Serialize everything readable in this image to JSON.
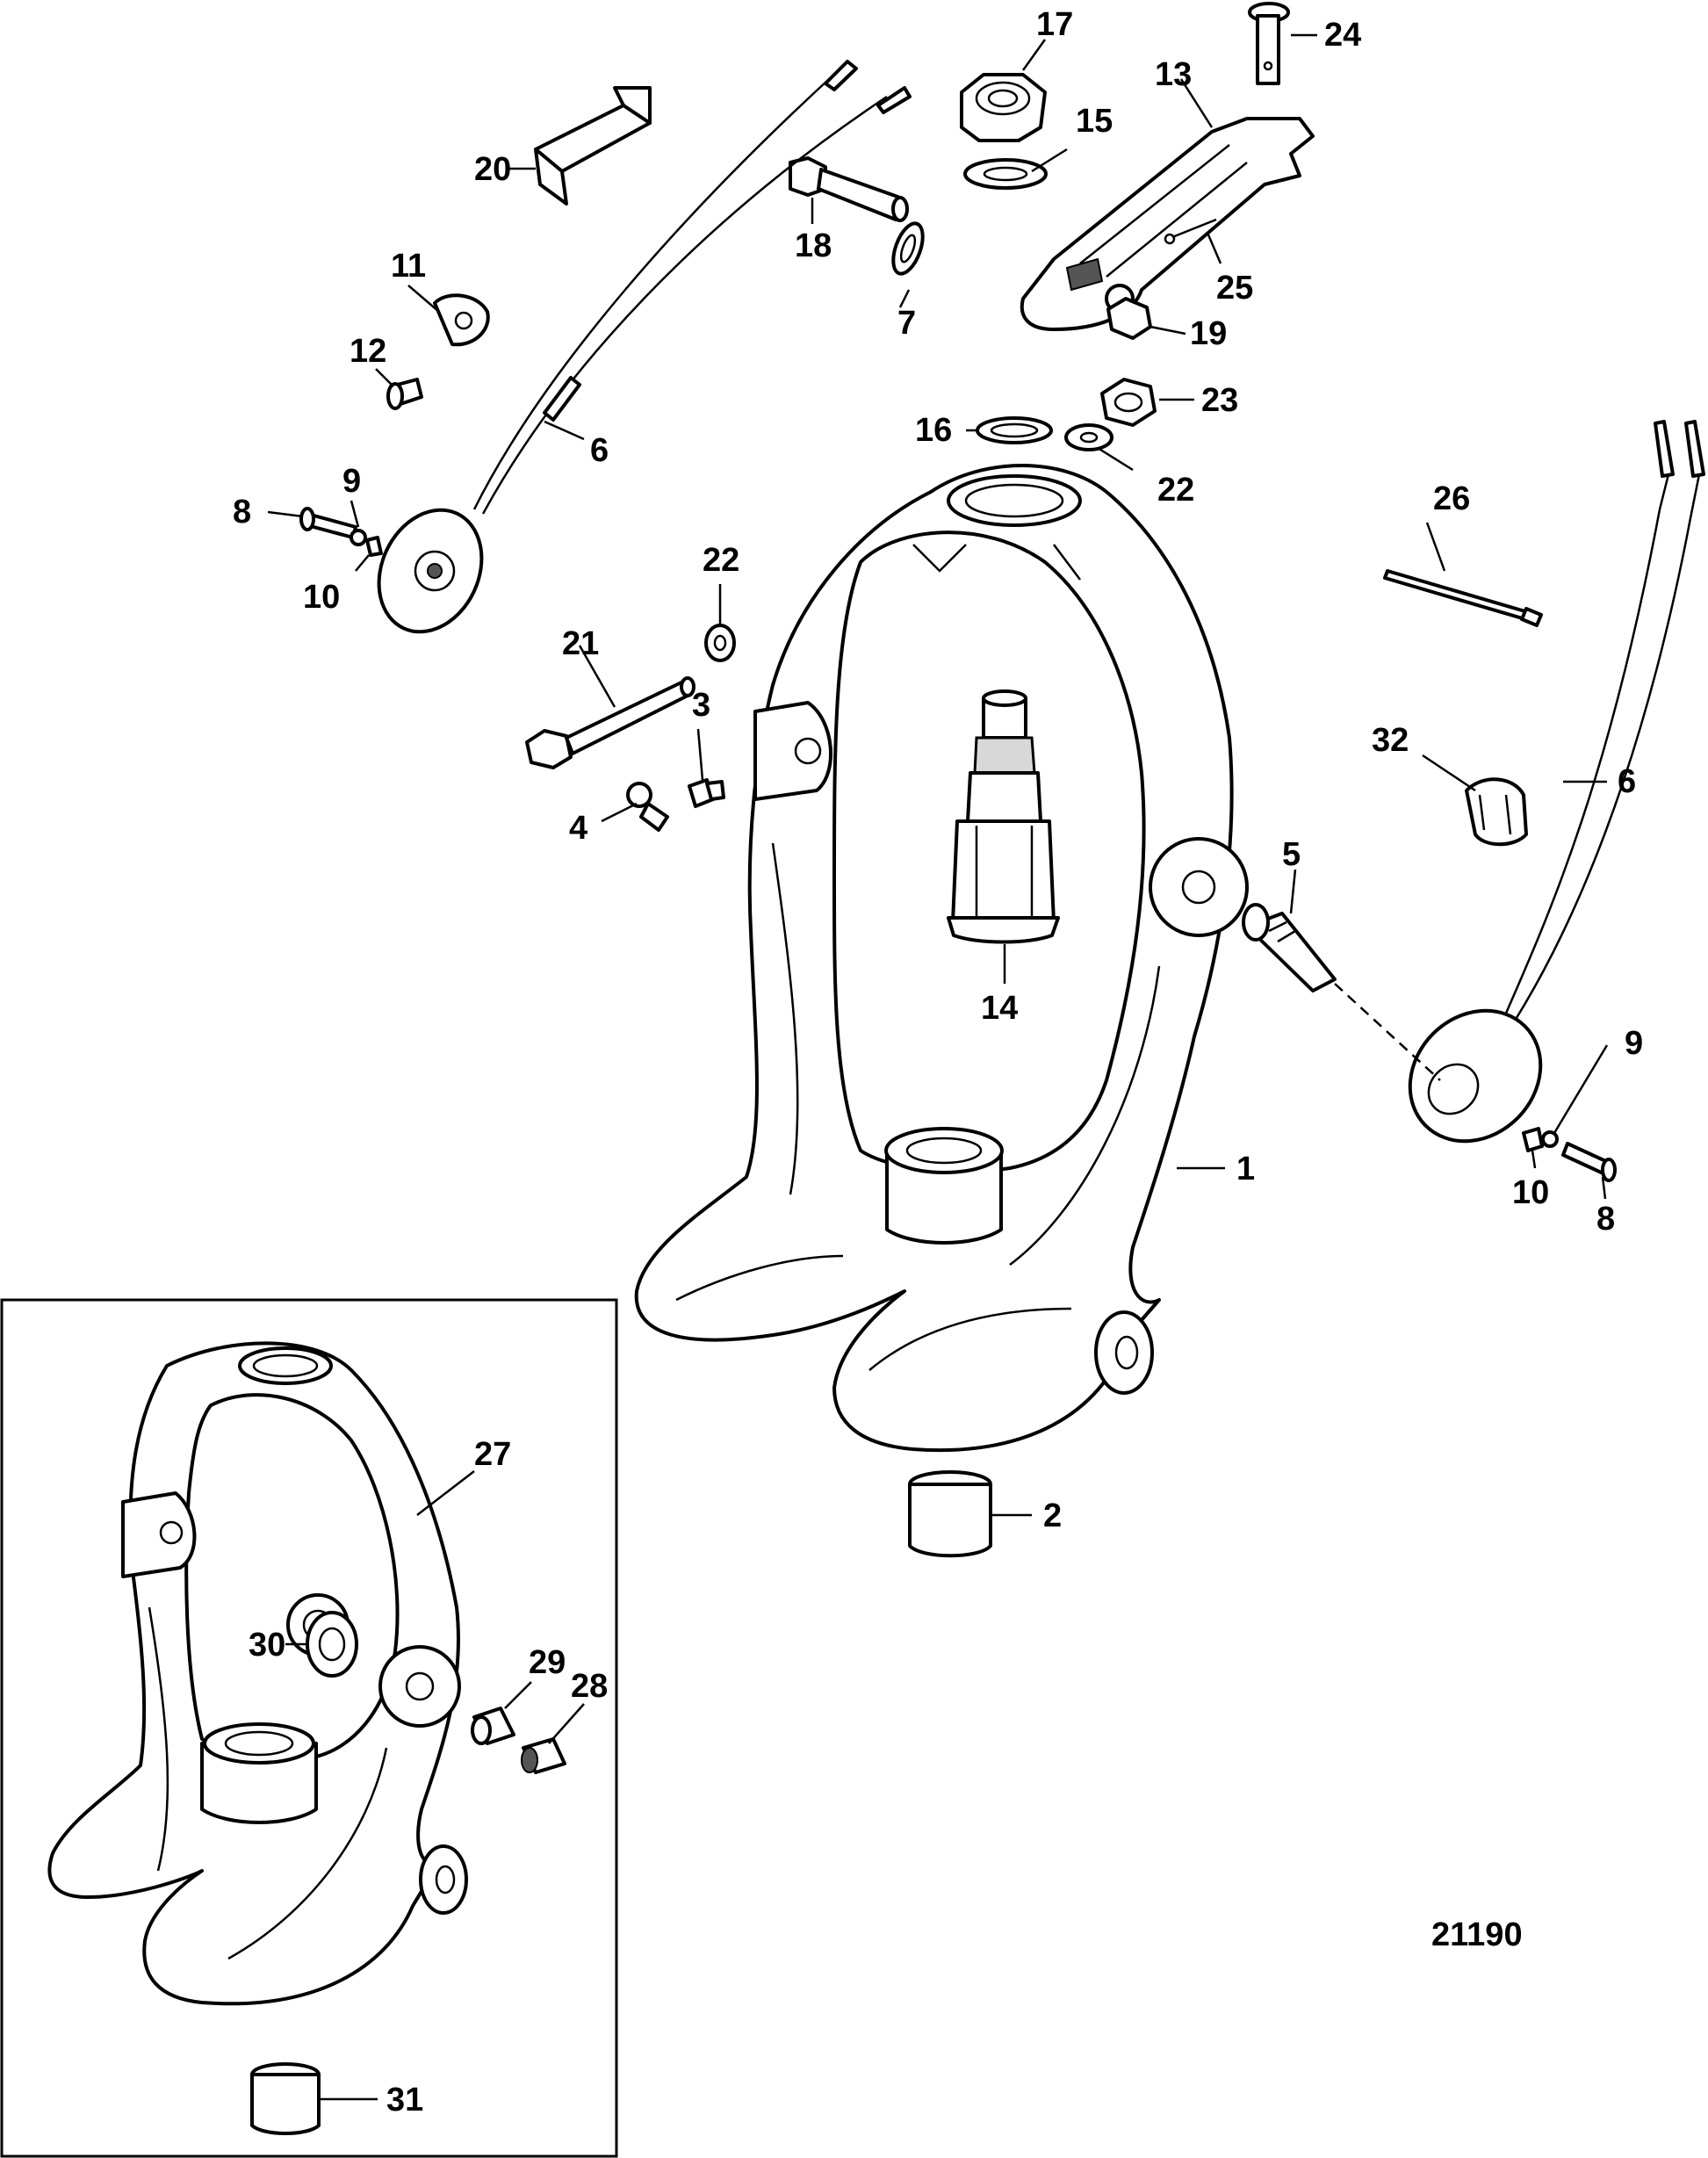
{
  "figure_id": "21190",
  "callouts": [
    {
      "key": "c17",
      "text": "17"
    },
    {
      "key": "c24",
      "text": "24"
    },
    {
      "key": "c13",
      "text": "13"
    },
    {
      "key": "c15",
      "text": "15"
    },
    {
      "key": "c20",
      "text": "20"
    },
    {
      "key": "c18",
      "text": "18"
    },
    {
      "key": "c7",
      "text": "7"
    },
    {
      "key": "c25",
      "text": "25"
    },
    {
      "key": "c19",
      "text": "19"
    },
    {
      "key": "c11",
      "text": "11"
    },
    {
      "key": "c12",
      "text": "12"
    },
    {
      "key": "c23",
      "text": "23"
    },
    {
      "key": "c16",
      "text": "16"
    },
    {
      "key": "c22a",
      "text": "22"
    },
    {
      "key": "c6a",
      "text": "6"
    },
    {
      "key": "c9a",
      "text": "9"
    },
    {
      "key": "c8a",
      "text": "8"
    },
    {
      "key": "c10a",
      "text": "10"
    },
    {
      "key": "c26",
      "text": "26"
    },
    {
      "key": "c22b",
      "text": "22"
    },
    {
      "key": "c21",
      "text": "21"
    },
    {
      "key": "c3",
      "text": "3"
    },
    {
      "key": "c32",
      "text": "32"
    },
    {
      "key": "c6b",
      "text": "6"
    },
    {
      "key": "c4",
      "text": "4"
    },
    {
      "key": "c5",
      "text": "5"
    },
    {
      "key": "c14",
      "text": "14"
    },
    {
      "key": "c9b",
      "text": "9"
    },
    {
      "key": "c1",
      "text": "1"
    },
    {
      "key": "c10b",
      "text": "10"
    },
    {
      "key": "c8b",
      "text": "8"
    },
    {
      "key": "c27",
      "text": "27"
    },
    {
      "key": "c2",
      "text": "2"
    },
    {
      "key": "c30",
      "text": "30"
    },
    {
      "key": "c29",
      "text": "29"
    },
    {
      "key": "c28",
      "text": "28"
    },
    {
      "key": "c31",
      "text": "31"
    }
  ]
}
